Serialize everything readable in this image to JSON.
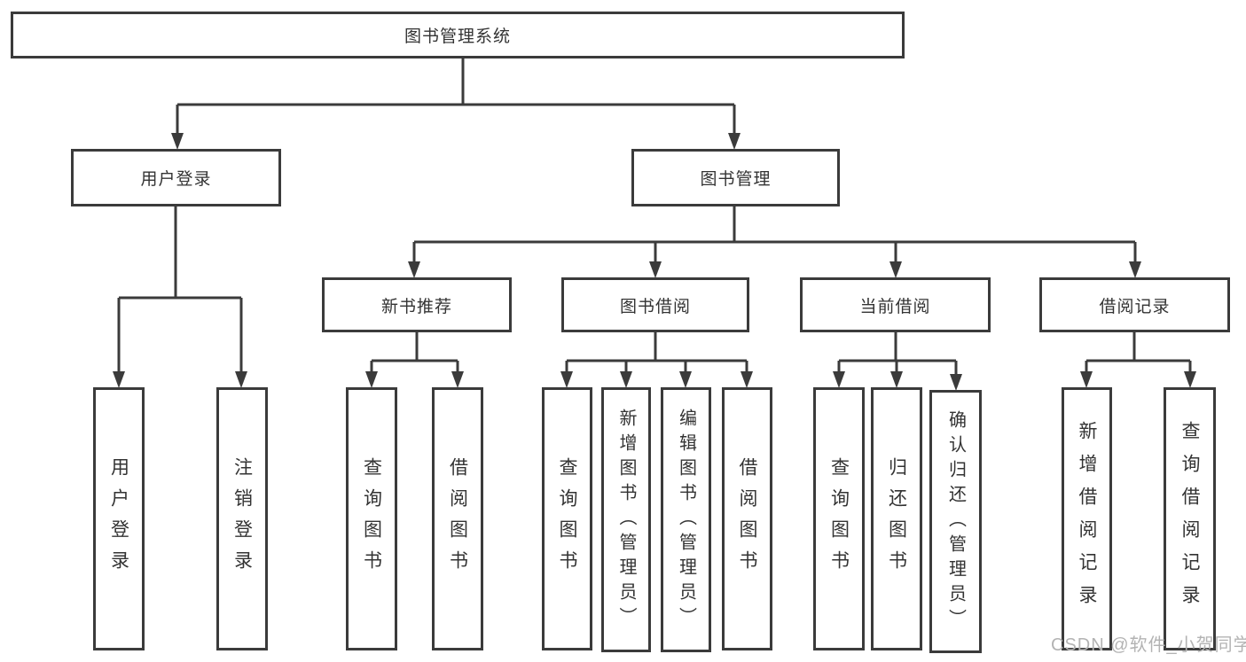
{
  "diagram_title": "图书管理系统",
  "colors": {
    "line": "#3b3b3b",
    "box_border": "#3b3b3b",
    "box_background": "#ffffff",
    "text": "#333333",
    "watermark": "#b3b3b3",
    "background": "#ffffff"
  },
  "tree": {
    "label": "图书管理系统",
    "children": [
      {
        "label": "用户登录",
        "children": [
          {
            "label": "用户登录"
          },
          {
            "label": "注销登录"
          }
        ]
      },
      {
        "label": "图书管理",
        "children": [
          {
            "label": "新书推荐",
            "children": [
              {
                "label": "查询图书"
              },
              {
                "label": "借阅图书"
              }
            ]
          },
          {
            "label": "图书借阅",
            "children": [
              {
                "label": "查询图书"
              },
              {
                "label": "新增图书（管理员）"
              },
              {
                "label": "编辑图书（管理员）"
              },
              {
                "label": "借阅图书"
              }
            ]
          },
          {
            "label": "当前借阅",
            "children": [
              {
                "label": "查询图书"
              },
              {
                "label": "归还图书"
              },
              {
                "label": "确认归还（管理员）"
              }
            ]
          },
          {
            "label": "借阅记录",
            "children": [
              {
                "label": "新增借阅记录"
              },
              {
                "label": "查询借阅记录"
              }
            ]
          }
        ]
      }
    ]
  },
  "watermark": {
    "text": "CSDN @软件_小贺同学"
  }
}
